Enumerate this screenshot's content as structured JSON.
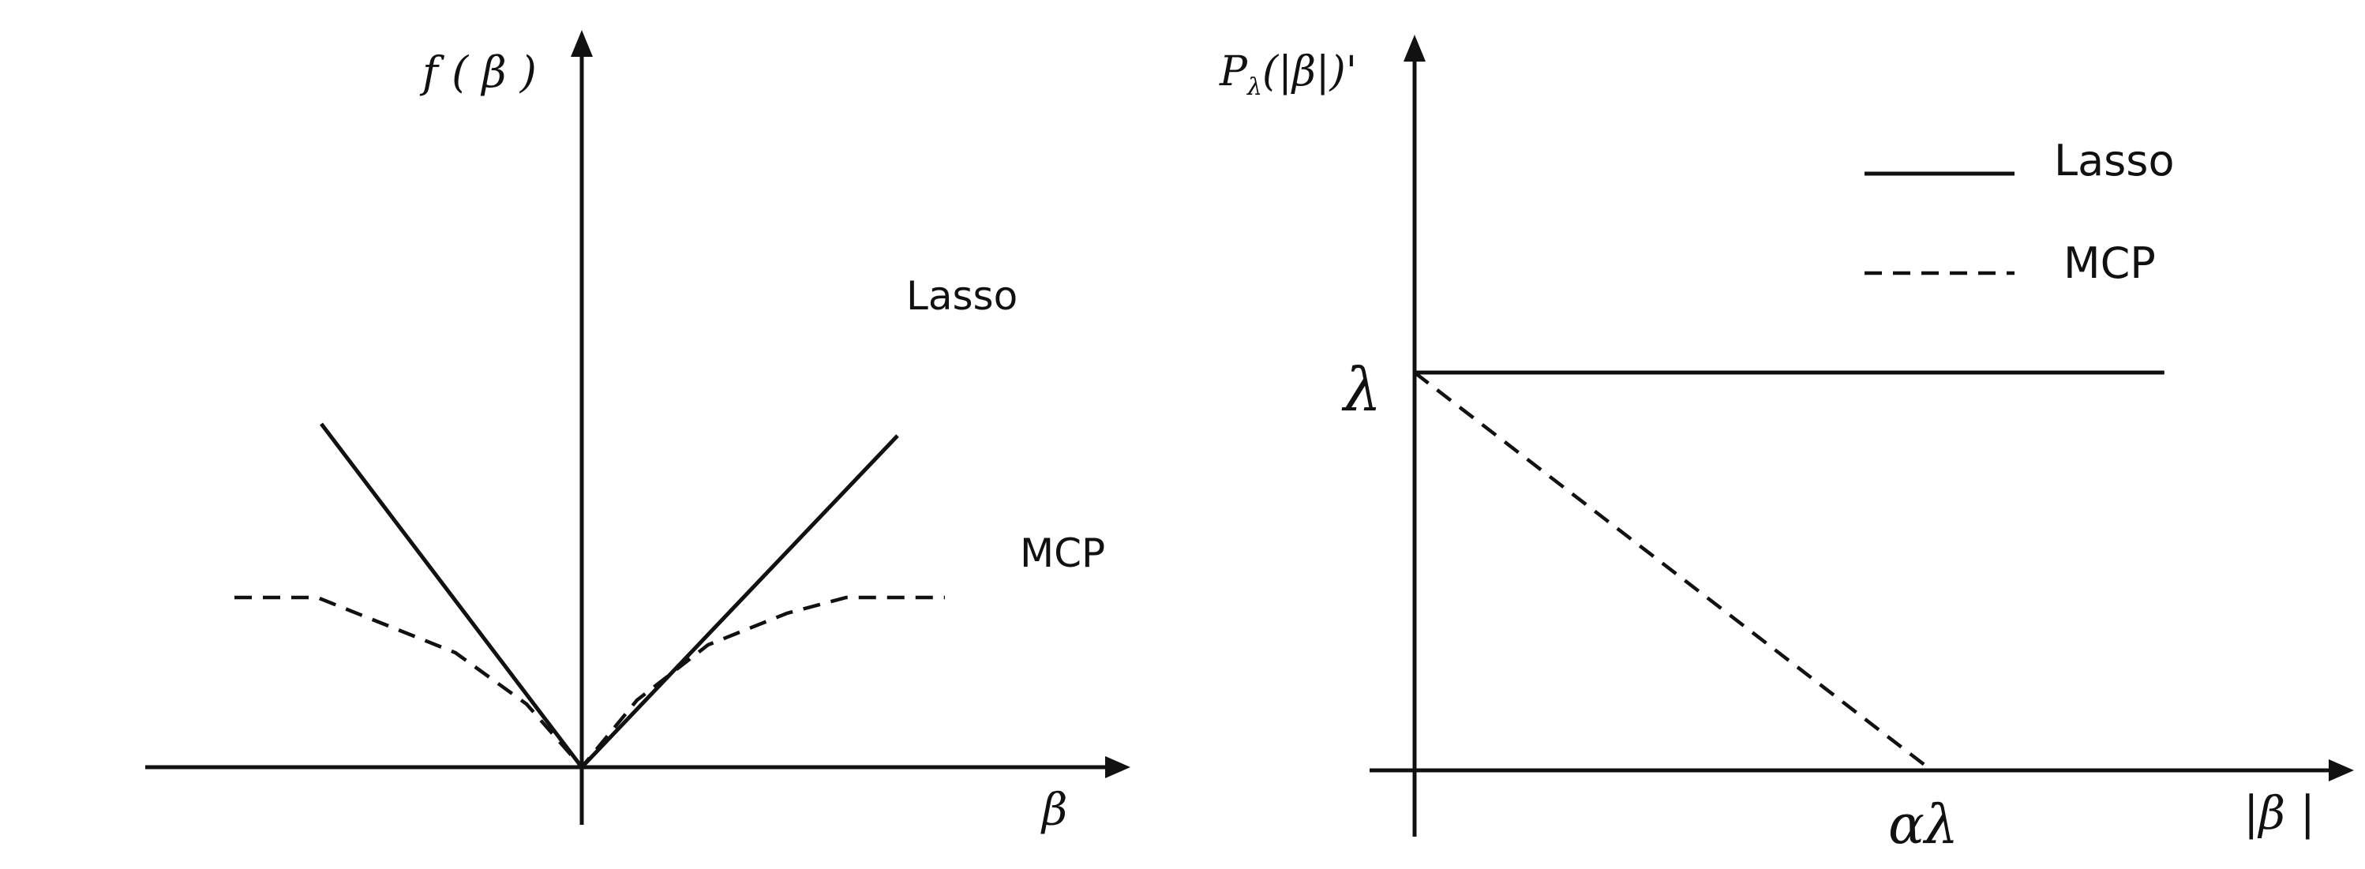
{
  "chart_data": [
    {
      "type": "line",
      "title": "",
      "ylabel": "f ( β )",
      "xlabel": "β",
      "series": [
        {
          "name": "Lasso",
          "style": "solid",
          "color": "#111111",
          "x": [
            -3.3,
            0,
            4
          ],
          "y": [
            4.35,
            0,
            4.2
          ]
        },
        {
          "name": "MCP",
          "style": "dashed",
          "color": "#111111",
          "x": [
            -4.4,
            -3.35,
            -2.6,
            -1.6,
            -0.7,
            0,
            0.7,
            1.6,
            2.6,
            3.35,
            4.6
          ],
          "y": [
            2.15,
            2.15,
            1.85,
            1.45,
            0.8,
            0,
            0.85,
            1.55,
            1.95,
            2.15,
            2.15
          ]
        }
      ]
    },
    {
      "type": "line",
      "title": "",
      "ylabel": "P_λ(|β|)'",
      "xlabel": "|β |",
      "tick_labels": {
        "y": "λ",
        "x": "αλ"
      },
      "legend": {
        "placement": "top-right",
        "entries": [
          "Lasso",
          "MCP"
        ]
      },
      "series": [
        {
          "name": "Lasso",
          "style": "solid",
          "color": "#111111",
          "x": [
            0,
            1.45
          ],
          "y": [
            1,
            1
          ]
        },
        {
          "name": "MCP",
          "style": "dashed",
          "color": "#111111",
          "x": [
            0,
            1
          ],
          "y": [
            1,
            0
          ]
        }
      ]
    }
  ]
}
